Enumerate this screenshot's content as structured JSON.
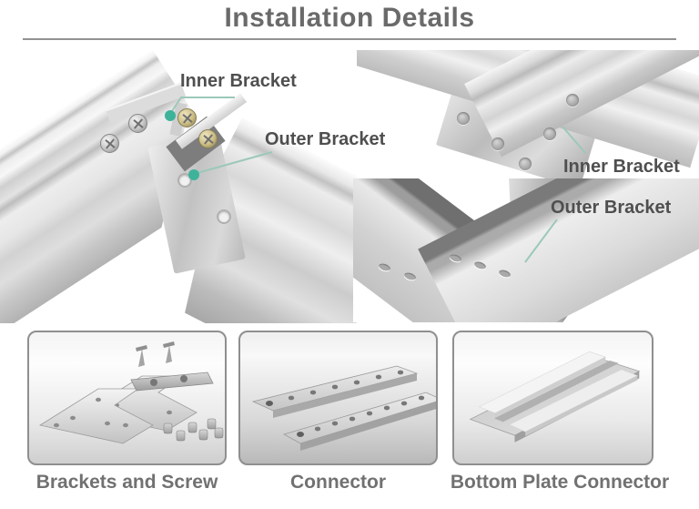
{
  "title": "Installation Details",
  "annotations": {
    "left_photo": {
      "inner": "Inner Bracket",
      "outer": "Outer Bracket"
    },
    "right_top_photo": {
      "inner": "Inner Bracket"
    },
    "right_bottom_photo": {
      "outer": "Outer Bracket"
    }
  },
  "products": [
    {
      "caption": "Brackets and Screw"
    },
    {
      "caption": "Connector"
    },
    {
      "caption": "Bottom Plate Connector"
    }
  ],
  "theme": {
    "accent_dot": "#3eb39a",
    "leader_line": "#9cc8b9",
    "label_text": "#4f4f4f",
    "title_text": "#6a6a6a",
    "caption_text": "#717171",
    "box_border": "#8f8f8f"
  }
}
